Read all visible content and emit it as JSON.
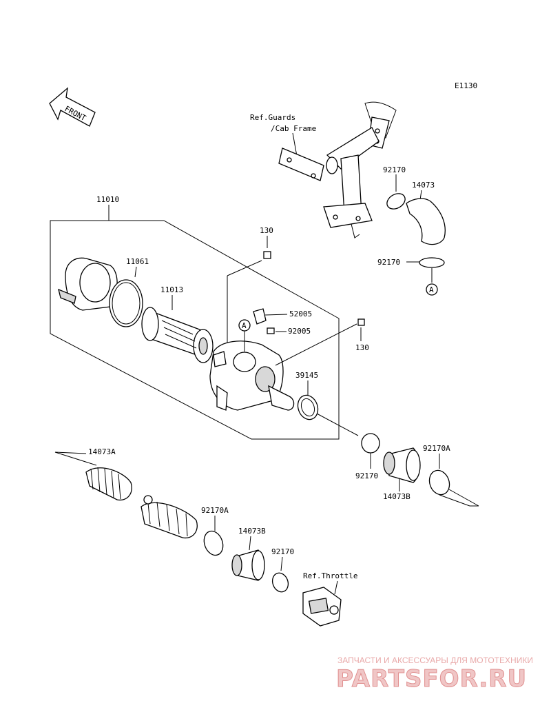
{
  "diagram_code": "E1130",
  "front_arrow_label": "FRONT",
  "refs": {
    "guards_line1": "Ref.Guards",
    "guards_line2": "/Cab Frame",
    "throttle": "Ref.Throttle"
  },
  "parts": {
    "p11010": "11010",
    "p11061": "11061",
    "p11013": "11013",
    "p130_top": "130",
    "p52005": "52005",
    "p92005": "92005",
    "p130_right": "130",
    "p39145": "39145",
    "p92170_upper": "92170",
    "p14073": "14073",
    "p92170_upper2": "92170",
    "p92170_mid": "92170",
    "p92170A_right": "92170A",
    "p14073B_right": "14073B",
    "p14073A": "14073A",
    "p92170A_lower": "92170A",
    "p14073B_lower": "14073B",
    "p92170_lower": "92170"
  },
  "callout_A": "A",
  "watermark": {
    "tagline": "ЗАПЧАСТИ И АКСЕССУАРЫ ДЛЯ МОТОТЕХНИКИ",
    "brand": "PARTSFOR.RU"
  }
}
